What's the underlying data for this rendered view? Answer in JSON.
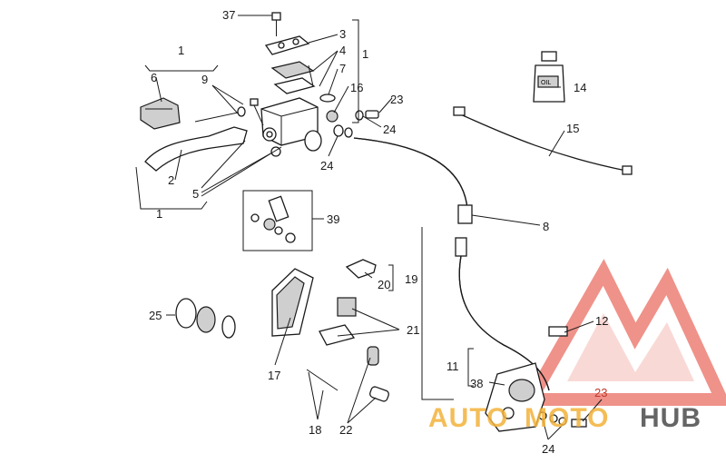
{
  "callouts": [
    {
      "id": "c37",
      "label": "37"
    },
    {
      "id": "c3",
      "label": "3"
    },
    {
      "id": "c4",
      "label": "4"
    },
    {
      "id": "c7",
      "label": "7"
    },
    {
      "id": "c1a",
      "label": "1"
    },
    {
      "id": "c1b",
      "label": "1"
    },
    {
      "id": "c1c",
      "label": "1"
    },
    {
      "id": "c6",
      "label": "6"
    },
    {
      "id": "c9",
      "label": "9"
    },
    {
      "id": "c16",
      "label": "16"
    },
    {
      "id": "c23a",
      "label": "23"
    },
    {
      "id": "c24a",
      "label": "24"
    },
    {
      "id": "c24b",
      "label": "24"
    },
    {
      "id": "c2",
      "label": "2"
    },
    {
      "id": "c5",
      "label": "5"
    },
    {
      "id": "c14",
      "label": "14"
    },
    {
      "id": "c15",
      "label": "15"
    },
    {
      "id": "c8",
      "label": "8"
    },
    {
      "id": "c39",
      "label": "39"
    },
    {
      "id": "c19",
      "label": "19"
    },
    {
      "id": "c20",
      "label": "20"
    },
    {
      "id": "c25",
      "label": "25"
    },
    {
      "id": "c21",
      "label": "21"
    },
    {
      "id": "c17",
      "label": "17"
    },
    {
      "id": "c12",
      "label": "12"
    },
    {
      "id": "c11",
      "label": "11"
    },
    {
      "id": "c38",
      "label": "38"
    },
    {
      "id": "c23b",
      "label": "23"
    },
    {
      "id": "c18",
      "label": "18"
    },
    {
      "id": "c22",
      "label": "22"
    },
    {
      "id": "c24c",
      "label": "24"
    }
  ],
  "watermark": {
    "text_auto": "AUTO",
    "text_moto": "MOTO",
    "text_hub": "HUB",
    "color_auto": "#f3b23a",
    "color_moto": "#f3b23a",
    "color_hub": "#555555",
    "logo_color": "#e23a2b"
  },
  "oil_bottle_label": "OIL"
}
